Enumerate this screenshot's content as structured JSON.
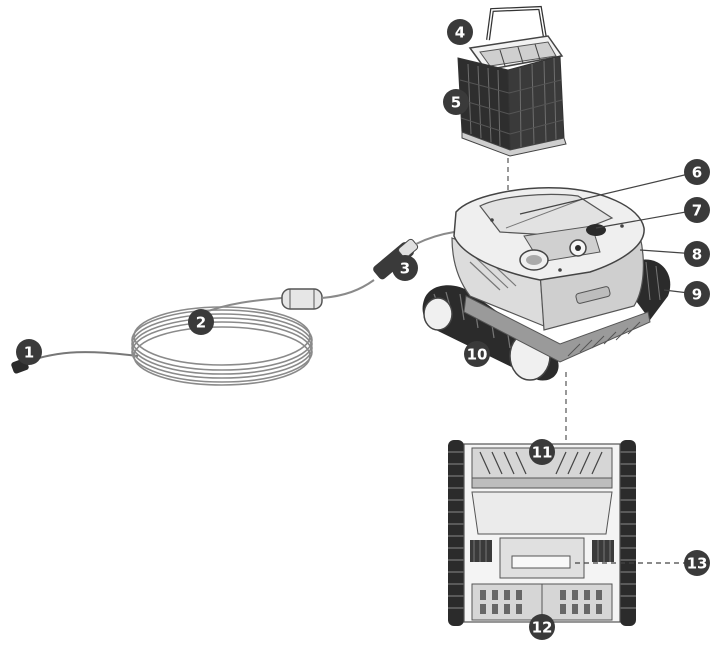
{
  "colors": {
    "callout_fill": "#3a3a3a",
    "callout_text": "#ffffff",
    "line": "#555555",
    "outline": "#6a6a6a",
    "dark_part": "#2b2b2b",
    "mid_part": "#8a8a8a",
    "light_part": "#d9d9d9"
  },
  "callouts": [
    {
      "id": "c1",
      "label": "1"
    },
    {
      "id": "c2",
      "label": "2"
    },
    {
      "id": "c3",
      "label": "3"
    },
    {
      "id": "c4",
      "label": "4"
    },
    {
      "id": "c5",
      "label": "5"
    },
    {
      "id": "c6",
      "label": "6"
    },
    {
      "id": "c7",
      "label": "7"
    },
    {
      "id": "c8",
      "label": "8"
    },
    {
      "id": "c9",
      "label": "9"
    },
    {
      "id": "c10",
      "label": "10"
    },
    {
      "id": "c11",
      "label": "11"
    },
    {
      "id": "c12",
      "label": "12"
    },
    {
      "id": "c13",
      "label": "13"
    }
  ]
}
